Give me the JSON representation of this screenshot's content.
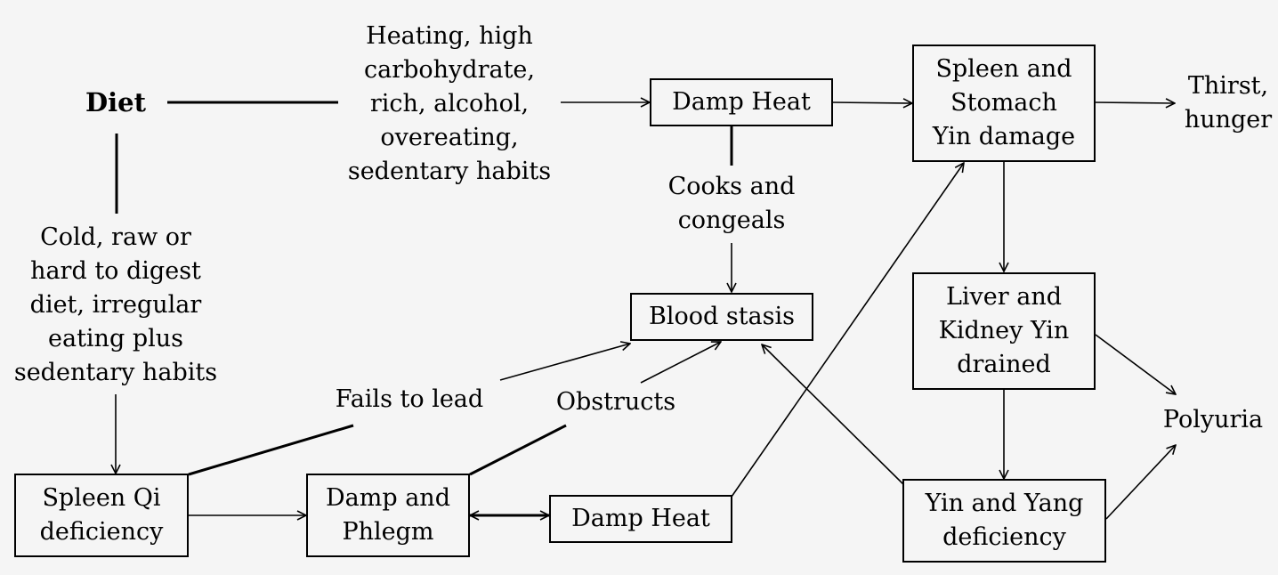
{
  "diagram": {
    "nodes": {
      "diet": "Diet",
      "damp_heat_top": "Damp Heat",
      "spleen_stomach_yin": "Spleen and\nStomach\nYin damage",
      "thirst_hunger": "Thirst,\nhunger",
      "blood_stasis": "Blood stasis",
      "liver_kidney_yin": "Liver and\nKidney Yin\ndrained",
      "polyuria": "Polyuria",
      "spleen_qi": "Spleen Qi\ndeficiency",
      "damp_phlegm": "Damp and\nPhlegm",
      "damp_heat_bottom": "Damp Heat",
      "yin_yang": "Yin and Yang\ndeficiency"
    },
    "edge_labels": {
      "heating": "Heating, high\ncarbohydrate,\nrich, alcohol,\novereating,\nsedentary habits",
      "cold_raw": "Cold, raw or\nhard to digest\ndiet, irregular\neating plus\nsedentary habits",
      "cooks": "Cooks and\ncongeals",
      "fails": "Fails to lead",
      "obstructs": "Obstructs"
    }
  }
}
